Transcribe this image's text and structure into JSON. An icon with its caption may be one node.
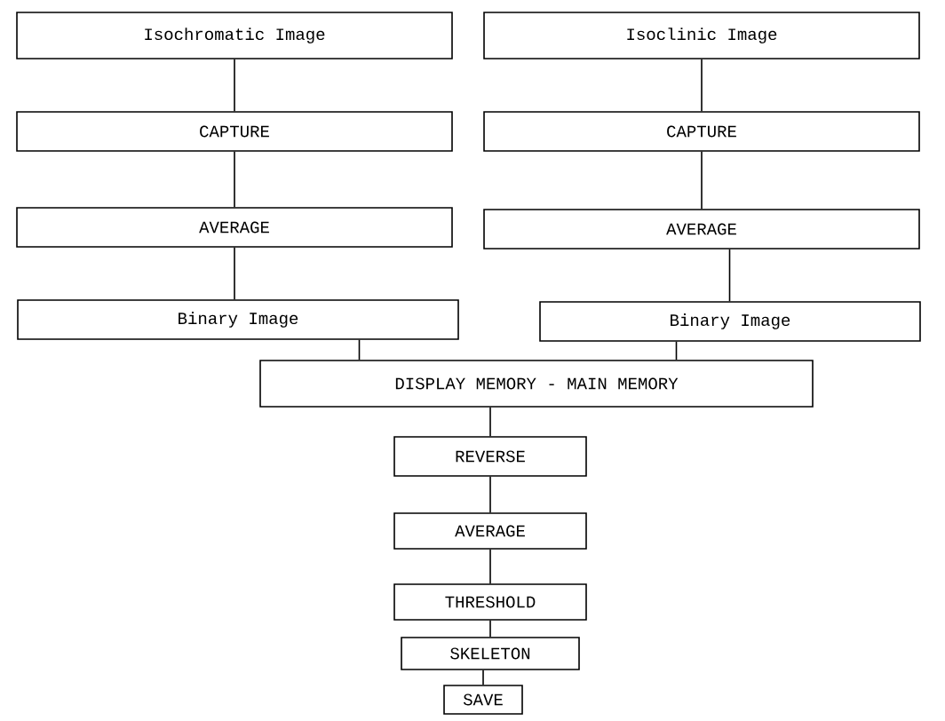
{
  "diagram": {
    "nodes": [
      {
        "text": [
          "Isochromatic Image"
        ]
      },
      {
        "text": [
          "CAPTURE"
        ]
      },
      {
        "text": [
          "AVERAGE"
        ]
      },
      {
        "text": [
          "Binary Image"
        ]
      },
      {
        "text": [
          "Isoclinic Image"
        ]
      },
      {
        "text": [
          "CAPTURE"
        ]
      },
      {
        "text": [
          "AVERAGE"
        ]
      },
      {
        "text": [
          "Binary Image"
        ]
      },
      {
        "text": [
          "DISPLAY MEMORY - MAIN MEMORY"
        ]
      },
      {
        "text": [
          "REVERSE"
        ]
      },
      {
        "text": [
          "AVERAGE"
        ]
      },
      {
        "text": [
          "THRESHOLD"
        ]
      },
      {
        "text": [
          "SKELETON"
        ]
      },
      {
        "text": [
          "SAVE"
        ]
      }
    ],
    "edges": [
      {
        "from": 0,
        "to": 1,
        "arrow": "none"
      },
      {
        "from": 1,
        "to": 2,
        "arrow": "none"
      },
      {
        "from": 2,
        "to": 3,
        "arrow": "none"
      },
      {
        "from": 4,
        "to": 5,
        "arrow": "none"
      },
      {
        "from": 5,
        "to": 6,
        "arrow": "none"
      },
      {
        "from": 6,
        "to": 7,
        "arrow": "none"
      },
      {
        "from": 3,
        "to": 8,
        "arrow": "none"
      },
      {
        "from": 7,
        "to": 8,
        "arrow": "none"
      },
      {
        "from": 8,
        "to": 9,
        "arrow": "none"
      },
      {
        "from": 9,
        "to": 10,
        "arrow": "none"
      },
      {
        "from": 10,
        "to": 11,
        "arrow": "none"
      },
      {
        "from": 11,
        "to": 12,
        "arrow": "none"
      },
      {
        "from": 12,
        "to": 13,
        "arrow": "none"
      }
    ]
  }
}
